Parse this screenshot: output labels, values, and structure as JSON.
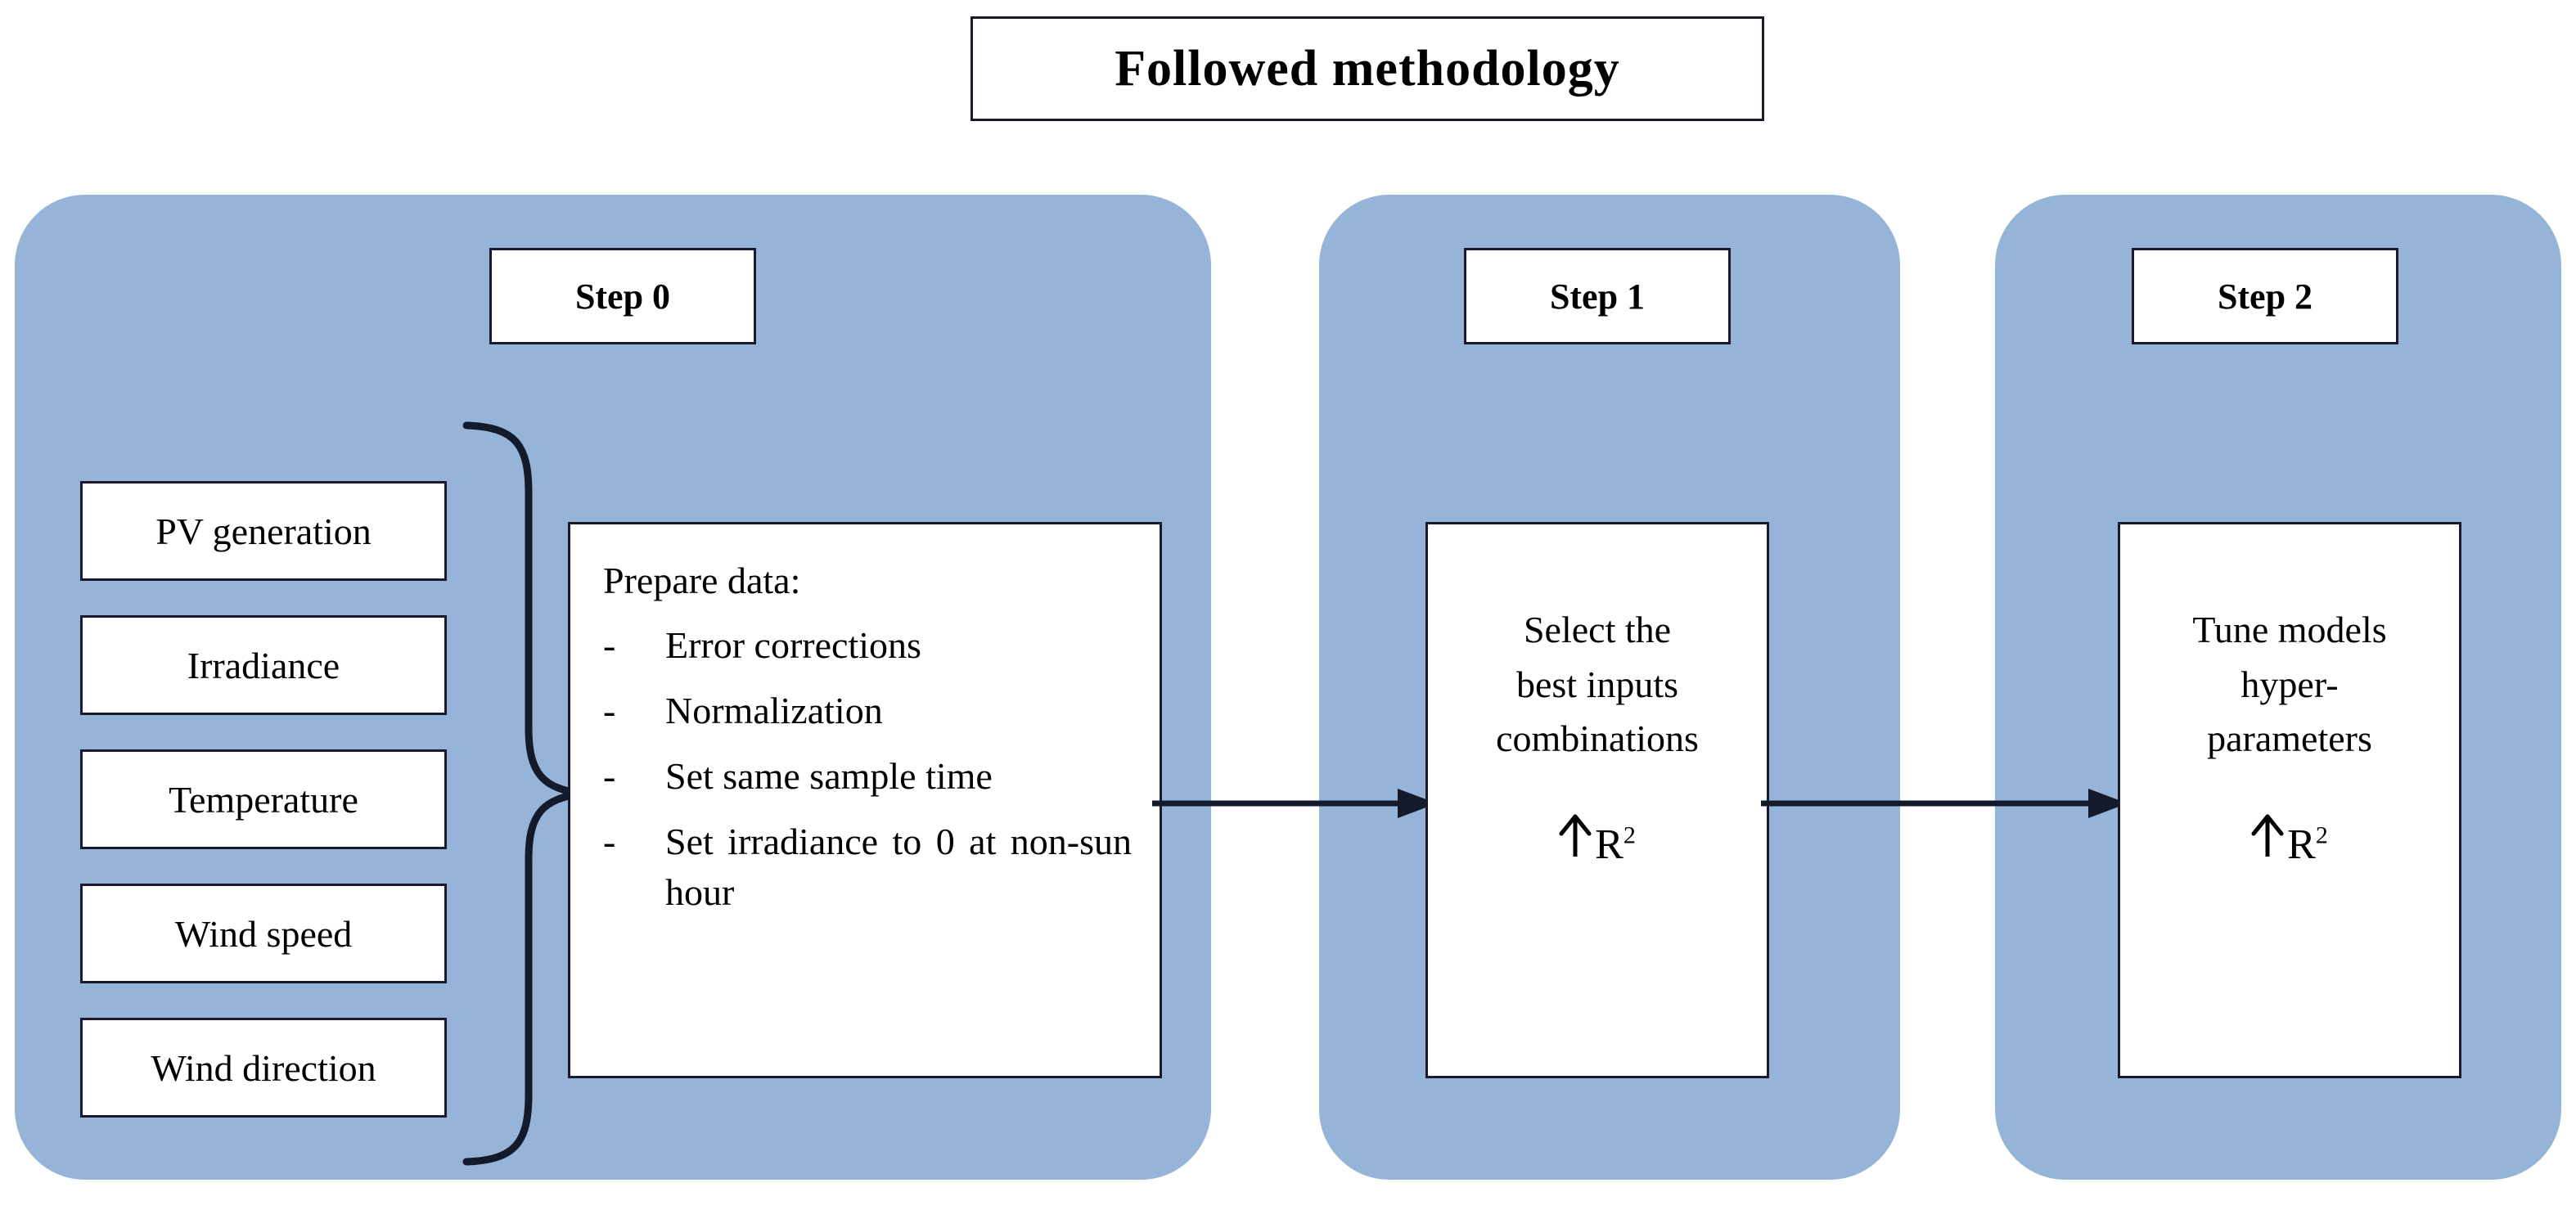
{
  "title": {
    "text": "Followed methodology"
  },
  "colors": {
    "panel_blue": "#96b4d8",
    "box_fill": "#ffffff",
    "stroke": "#1a1a2e",
    "page_background": "#ffffff"
  },
  "steps": [
    {
      "label": "Step 0"
    },
    {
      "label": "Step 1"
    },
    {
      "label": "Step 2"
    }
  ],
  "inputs": [
    {
      "label": "PV generation"
    },
    {
      "label": "Irradiance"
    },
    {
      "label": "Temperature"
    },
    {
      "label": "Wind speed"
    },
    {
      "label": "Wind direction"
    }
  ],
  "prepare": {
    "title": "Prepare data:",
    "dash": "-",
    "bullets": [
      "Error corrections",
      "Normalization",
      "Set same sample time",
      "Set irradiance to 0 at non-sun hour"
    ]
  },
  "step1": {
    "lines": [
      "Select the",
      "best inputs",
      "combinations"
    ],
    "metric": "R",
    "metric_exponent": "2",
    "metric_direction": "up-arrow"
  },
  "step2": {
    "lines": [
      "Tune models",
      "hyper-",
      "parameters"
    ],
    "metric": "R",
    "metric_exponent": "2",
    "metric_direction": "up-arrow"
  },
  "connectors": {
    "brace": "left-curly-brace-grouping-inputs",
    "arrow_step0_step1": "arrow-right",
    "arrow_step1_step2": "arrow-right"
  }
}
